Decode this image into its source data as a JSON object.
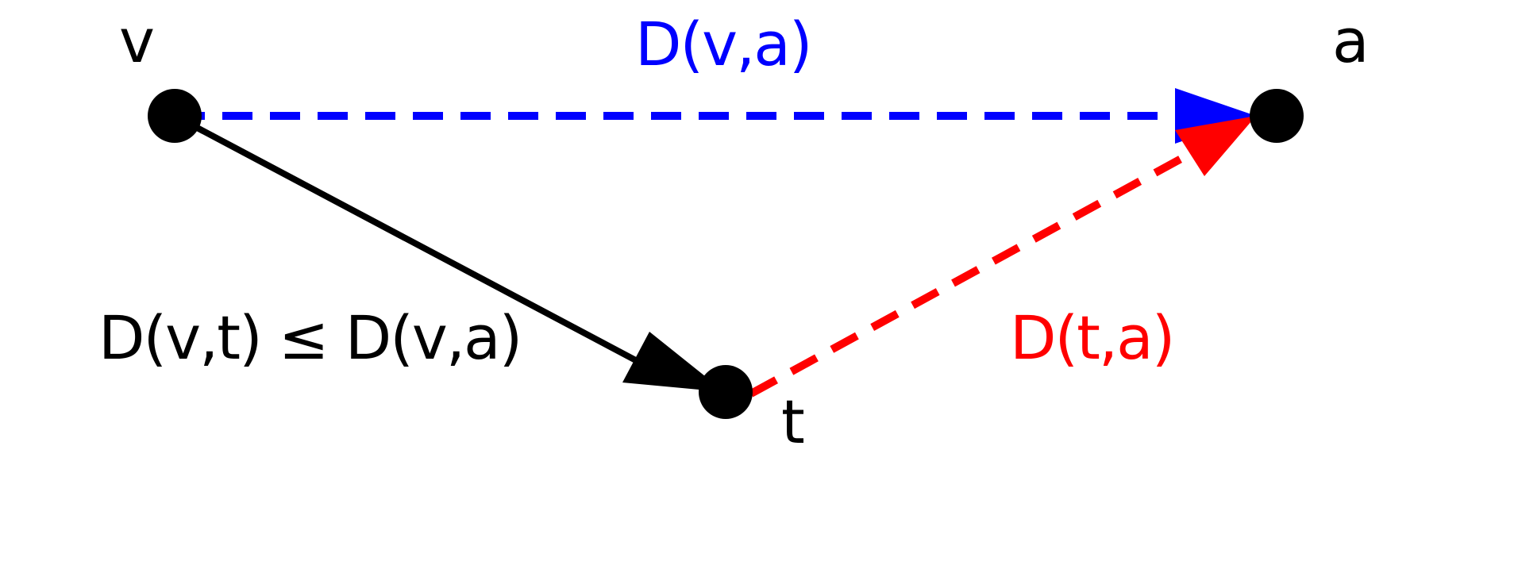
{
  "nodes": {
    "v": {
      "label": "v"
    },
    "a": {
      "label": "a"
    },
    "t": {
      "label": "t"
    }
  },
  "edges": {
    "v_to_a": {
      "label": "D(v,a)",
      "color": "#0000ff",
      "style": "dashed"
    },
    "t_to_a": {
      "label": "D(t,a)",
      "color": "#ff0000",
      "style": "dashed"
    },
    "v_to_t": {
      "color": "#000000",
      "style": "solid"
    }
  },
  "relation": {
    "text": "D(v,t) ≤ D(v,a)"
  }
}
